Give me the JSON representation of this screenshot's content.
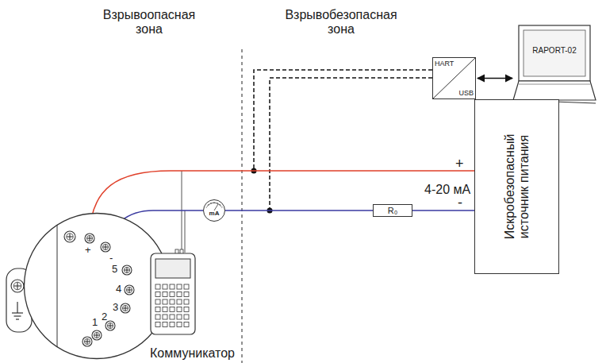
{
  "diagram": {
    "nodes": [
      {
        "text": [
          "HART",
          "USB"
        ]
      },
      {
        "text": [
          "RAPORT-02"
        ]
      },
      {
        "text": [
          "Искробезопасный источник питания"
        ]
      },
      {
        "text": [
          "+",
          "-",
          "5",
          "4",
          "3",
          "2",
          "1"
        ]
      },
      {
        "text": [
          "mA"
        ]
      },
      {
        "text": [
          "R₀"
        ]
      },
      {
        "text": [
          "Коммуникатор"
        ]
      }
    ],
    "edges": [
      {
        "from": 0,
        "to": 1,
        "arrow": "both"
      },
      {
        "from": 3,
        "to": 2,
        "arrow": "none"
      },
      {
        "from": 3,
        "to": 4,
        "arrow": "none"
      },
      {
        "from": 4,
        "to": 5,
        "arrow": "none"
      },
      {
        "from": 5,
        "to": 2,
        "arrow": "none"
      }
    ],
    "labels": [
      "Взрывоопасная зона",
      "Взрывобезопасная зона",
      "+",
      "4-20 мА",
      "-"
    ]
  }
}
